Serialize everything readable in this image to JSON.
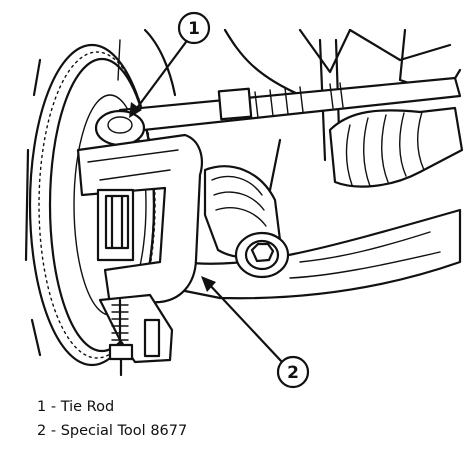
{
  "callouts": [
    {
      "number": "1",
      "target": "tie-rod"
    },
    {
      "number": "2",
      "target": "special-tool"
    }
  ],
  "legend": [
    {
      "number": "1",
      "label": "Tie Rod"
    },
    {
      "number": "2",
      "label": "Special Tool 8677"
    }
  ]
}
